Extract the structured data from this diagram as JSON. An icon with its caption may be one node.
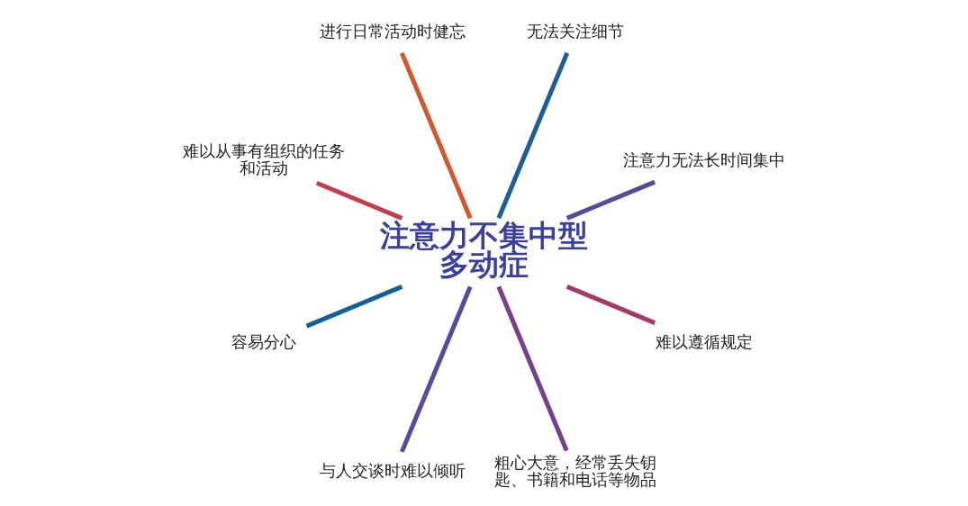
{
  "diagram": {
    "nodes": [
      {
        "text": [
          "注意力不集中型多动症"
        ]
      },
      {
        "text": [
          "注意力无法长时间集中"
        ]
      },
      {
        "text": [
          "无法关注细节"
        ]
      },
      {
        "text": [
          "进行日常活动时健忘"
        ]
      },
      {
        "text": [
          "难以从事有组织的任务和活动"
        ]
      },
      {
        "text": [
          "容易分心"
        ]
      },
      {
        "text": [
          "与人交谈时难以倾听"
        ]
      },
      {
        "text": [
          "粗心大意，经常丢失钥匙、书籍和电话等物品"
        ]
      },
      {
        "text": [
          "难以遵循规定"
        ]
      }
    ],
    "edges": [
      {
        "from": 0,
        "to": 1,
        "arrow": "none",
        "color": "#574a9c"
      },
      {
        "from": 0,
        "to": 2,
        "arrow": "none",
        "color": "#1b5e9a"
      },
      {
        "from": 0,
        "to": 3,
        "arrow": "none",
        "color": "#d0582c"
      },
      {
        "from": 0,
        "to": 4,
        "arrow": "none",
        "color": "#c73c4c"
      },
      {
        "from": 0,
        "to": 5,
        "arrow": "none",
        "color": "#135f9e"
      },
      {
        "from": 0,
        "to": 6,
        "arrow": "none",
        "color": "#574a9c"
      },
      {
        "from": 0,
        "to": 7,
        "arrow": "none",
        "color": "#7a3f8c"
      },
      {
        "from": 0,
        "to": 8,
        "arrow": "none",
        "color": "#a23a6a"
      }
    ]
  }
}
